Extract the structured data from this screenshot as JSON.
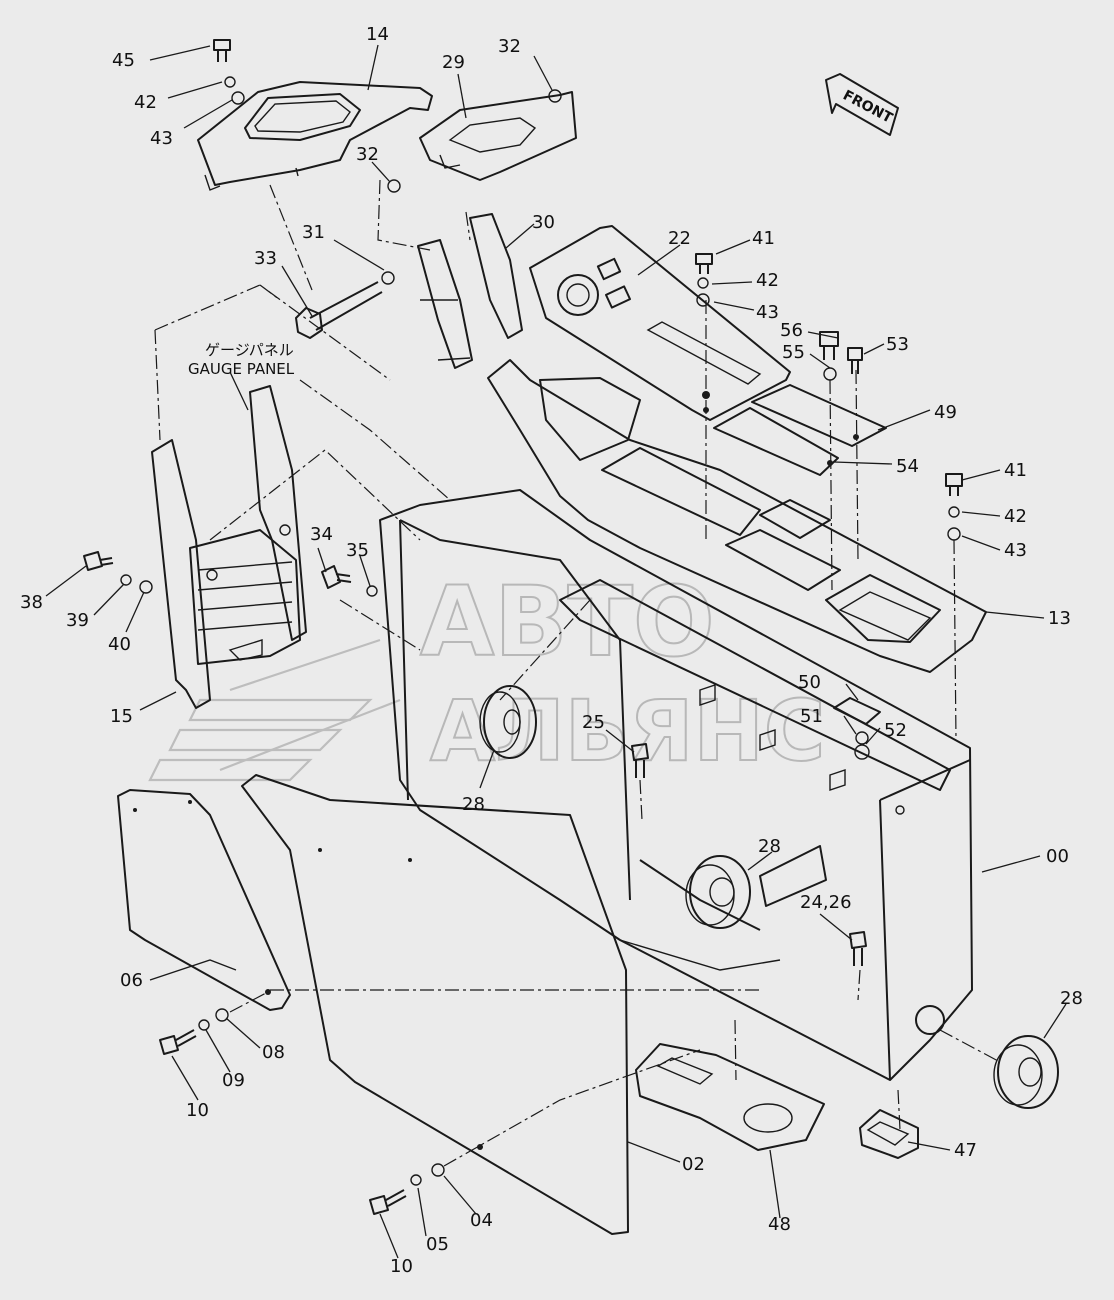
{
  "diagram": {
    "gauge_panel_label_jp": "ゲージパネル",
    "gauge_panel_label_en": "GAUGE PANEL",
    "front_label": "FRONT",
    "watermark": {
      "line1": "АВТО",
      "line2": "АЛЬЯНС"
    },
    "callouts": {
      "c45": "45",
      "c42a": "42",
      "c43a": "43",
      "c14": "14",
      "c29": "29",
      "c32a": "32",
      "c32b": "32",
      "c31": "31",
      "c30": "30",
      "c33": "33",
      "c22": "22",
      "c41a": "41",
      "c42b": "42",
      "c43b": "43",
      "c56": "56",
      "c55": "55",
      "c53": "53",
      "c49": "49",
      "c54": "54",
      "c41b": "41",
      "c42c": "42",
      "c43c": "43",
      "c13": "13",
      "c34": "34",
      "c35": "35",
      "c38": "38",
      "c39": "39",
      "c40": "40",
      "c15": "15",
      "c50": "50",
      "c51": "51",
      "c52": "52",
      "c25": "25",
      "c28a": "28",
      "c28b": "28",
      "c28c": "28",
      "c00": "00",
      "c2426": "24,26",
      "c06": "06",
      "c08": "08",
      "c09": "09",
      "c10a": "10",
      "c47": "47",
      "c02": "02",
      "c04": "04",
      "c05": "05",
      "c10b": "10",
      "c48": "48"
    }
  }
}
